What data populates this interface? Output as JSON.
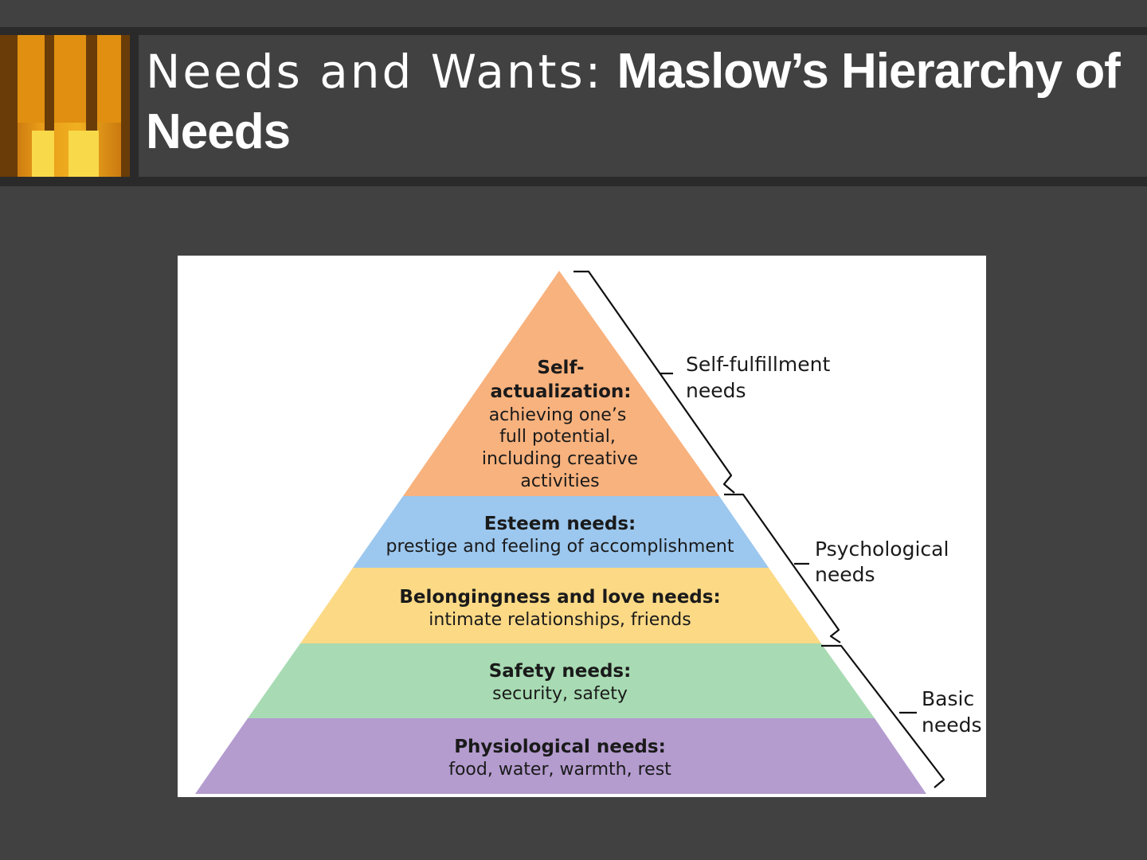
{
  "slide": {
    "title_part1": "Needs and Wants:",
    "title_part2": "Maslow’s Hierarchy of Needs"
  },
  "pyramid": {
    "levels": [
      {
        "title_line1": "Self-",
        "title_line2": "actualization:",
        "desc_lines": [
          "achieving one’s",
          "full potential,",
          "including creative",
          "activities"
        ],
        "color": "#f8b27e"
      },
      {
        "title": "Esteem needs:",
        "desc": "prestige and feeling of accomplishment",
        "color": "#9cc7ee"
      },
      {
        "title": "Belongingness and love needs:",
        "desc": "intimate relationships, friends",
        "color": "#fcd985"
      },
      {
        "title": "Safety needs:",
        "desc": "security, safety",
        "color": "#a8dbb3"
      },
      {
        "title": "Physiological needs:",
        "desc": "food, water, warmth, rest",
        "color": "#b49ccf"
      }
    ],
    "groups": [
      {
        "line1": "Self-fulfillment",
        "line2": "needs"
      },
      {
        "line1": "Psychological",
        "line2": "needs"
      },
      {
        "line1": "Basic",
        "line2": "needs"
      }
    ]
  }
}
